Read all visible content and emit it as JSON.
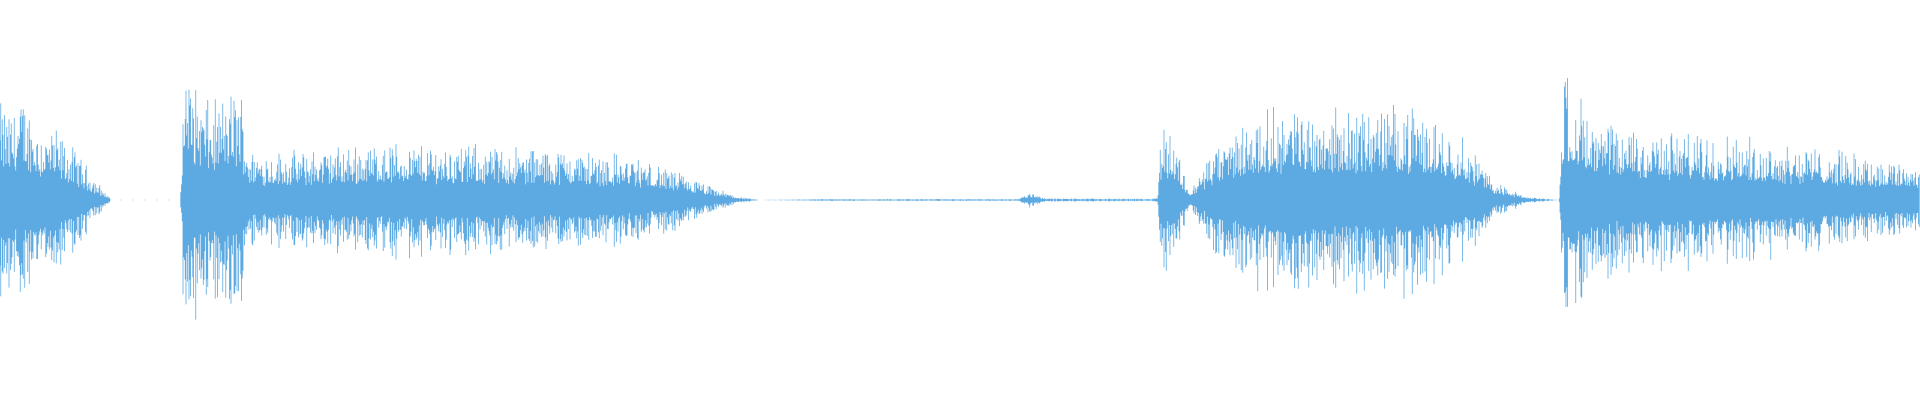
{
  "waveform": {
    "color": "#5DA9E1",
    "background": "#ffffff",
    "amplitude_envelope": [
      {
        "t": 0.0,
        "a": 0.58
      },
      {
        "t": 0.005,
        "a": 0.52
      },
      {
        "t": 0.012,
        "a": 0.62
      },
      {
        "t": 0.02,
        "a": 0.45
      },
      {
        "t": 0.03,
        "a": 0.4
      },
      {
        "t": 0.04,
        "a": 0.28
      },
      {
        "t": 0.05,
        "a": 0.12
      },
      {
        "t": 0.058,
        "a": 0.0
      },
      {
        "t": 0.094,
        "a": 0.0
      },
      {
        "t": 0.096,
        "a": 0.88
      },
      {
        "t": 0.1,
        "a": 0.72
      },
      {
        "t": 0.11,
        "a": 0.55
      },
      {
        "t": 0.125,
        "a": 0.68
      },
      {
        "t": 0.13,
        "a": 0.3
      },
      {
        "t": 0.15,
        "a": 0.28
      },
      {
        "t": 0.2,
        "a": 0.34
      },
      {
        "t": 0.25,
        "a": 0.32
      },
      {
        "t": 0.3,
        "a": 0.3
      },
      {
        "t": 0.33,
        "a": 0.26
      },
      {
        "t": 0.35,
        "a": 0.18
      },
      {
        "t": 0.37,
        "a": 0.08
      },
      {
        "t": 0.385,
        "a": 0.02
      },
      {
        "t": 0.395,
        "a": 0.0
      },
      {
        "t": 0.43,
        "a": 0.006
      },
      {
        "t": 0.47,
        "a": 0.006
      },
      {
        "t": 0.53,
        "a": 0.006
      },
      {
        "t": 0.537,
        "a": 0.05
      },
      {
        "t": 0.545,
        "a": 0.01
      },
      {
        "t": 0.6,
        "a": 0.008
      },
      {
        "t": 0.603,
        "a": 0.02
      },
      {
        "t": 0.605,
        "a": 0.5
      },
      {
        "t": 0.612,
        "a": 0.35
      },
      {
        "t": 0.62,
        "a": 0.05
      },
      {
        "t": 0.63,
        "a": 0.28
      },
      {
        "t": 0.65,
        "a": 0.48
      },
      {
        "t": 0.67,
        "a": 0.55
      },
      {
        "t": 0.7,
        "a": 0.52
      },
      {
        "t": 0.73,
        "a": 0.56
      },
      {
        "t": 0.76,
        "a": 0.4
      },
      {
        "t": 0.78,
        "a": 0.1
      },
      {
        "t": 0.795,
        "a": 0.02
      },
      {
        "t": 0.812,
        "a": 0.0
      },
      {
        "t": 0.815,
        "a": 0.8
      },
      {
        "t": 0.822,
        "a": 0.62
      },
      {
        "t": 0.83,
        "a": 0.45
      },
      {
        "t": 0.87,
        "a": 0.4
      },
      {
        "t": 0.9,
        "a": 0.38
      },
      {
        "t": 0.94,
        "a": 0.32
      },
      {
        "t": 0.97,
        "a": 0.26
      },
      {
        "t": 1.0,
        "a": 0.22
      }
    ]
  }
}
